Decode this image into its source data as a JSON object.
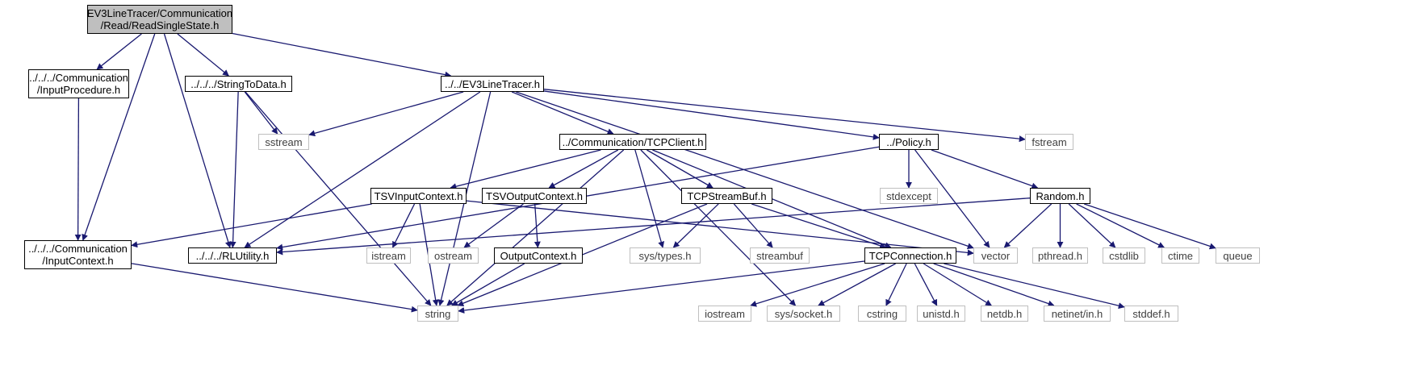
{
  "colors": {
    "edge": "#191970",
    "focus_fill": "#bfbfbf",
    "system_border": "#bfbfbf",
    "local_border": "#000000"
  },
  "nodes": {
    "readsinglestate": {
      "line1": "EV3LineTracer/Communication",
      "line2": "/Read/ReadSingleState.h"
    },
    "inputprocedure": {
      "line1": "../../../Communication",
      "line2": "/InputProcedure.h"
    },
    "stringtodata": {
      "line1": "../../../StringToData.h"
    },
    "ev3linetracer": {
      "line1": "../../EV3LineTracer.h"
    },
    "sstream": {
      "line1": "sstream"
    },
    "fstream": {
      "line1": "fstream"
    },
    "tcpclient": {
      "line1": "../Communication/TCPClient.h"
    },
    "policy": {
      "line1": "../Policy.h"
    },
    "stdexcept": {
      "line1": "stdexcept"
    },
    "tsvinputcontext": {
      "line1": "TSVInputContext.h"
    },
    "tsvoutputcontext": {
      "line1": "TSVOutputContext.h"
    },
    "tcpstreambuf": {
      "line1": "TCPStreamBuf.h"
    },
    "random": {
      "line1": "Random.h"
    },
    "inputcontext": {
      "line1": "../../../Communication",
      "line2": "/InputContext.h"
    },
    "rlutility": {
      "line1": "../../../RLUtility.h"
    },
    "istream": {
      "line1": "istream"
    },
    "ostream": {
      "line1": "ostream"
    },
    "outputcontext": {
      "line1": "OutputContext.h"
    },
    "systypes": {
      "line1": "sys/types.h"
    },
    "streambuf": {
      "line1": "streambuf"
    },
    "tcpconnection": {
      "line1": "TCPConnection.h"
    },
    "vector": {
      "line1": "vector"
    },
    "pthread": {
      "line1": "pthread.h"
    },
    "cstdlib": {
      "line1": "cstdlib"
    },
    "ctime": {
      "line1": "ctime"
    },
    "queue": {
      "line1": "queue"
    },
    "string": {
      "line1": "string"
    },
    "iostream": {
      "line1": "iostream"
    },
    "syssocket": {
      "line1": "sys/socket.h"
    },
    "cstring": {
      "line1": "cstring"
    },
    "unistd": {
      "line1": "unistd.h"
    },
    "netdb": {
      "line1": "netdb.h"
    },
    "netinetin": {
      "line1": "netinet/in.h"
    },
    "stddef": {
      "line1": "stddef.h"
    }
  },
  "edges": [
    [
      "readsinglestate",
      "inputprocedure"
    ],
    [
      "readsinglestate",
      "stringtodata"
    ],
    [
      "readsinglestate",
      "ev3linetracer"
    ],
    [
      "readsinglestate",
      "inputcontext"
    ],
    [
      "readsinglestate",
      "rlutility"
    ],
    [
      "inputprocedure",
      "inputcontext"
    ],
    [
      "stringtodata",
      "sstream"
    ],
    [
      "stringtodata",
      "rlutility"
    ],
    [
      "stringtodata",
      "string"
    ],
    [
      "ev3linetracer",
      "sstream"
    ],
    [
      "ev3linetracer",
      "fstream"
    ],
    [
      "ev3linetracer",
      "tcpclient"
    ],
    [
      "ev3linetracer",
      "policy"
    ],
    [
      "ev3linetracer",
      "rlutility"
    ],
    [
      "ev3linetracer",
      "vector"
    ],
    [
      "ev3linetracer",
      "string"
    ],
    [
      "tcpclient",
      "tsvinputcontext"
    ],
    [
      "tcpclient",
      "tsvoutputcontext"
    ],
    [
      "tcpclient",
      "tcpstreambuf"
    ],
    [
      "tcpclient",
      "tcpconnection"
    ],
    [
      "tcpclient",
      "systypes"
    ],
    [
      "tcpclient",
      "syssocket"
    ],
    [
      "tcpclient",
      "string"
    ],
    [
      "policy",
      "stdexcept"
    ],
    [
      "policy",
      "random"
    ],
    [
      "policy",
      "vector"
    ],
    [
      "policy",
      "rlutility"
    ],
    [
      "tsvinputcontext",
      "inputcontext"
    ],
    [
      "tsvinputcontext",
      "istream"
    ],
    [
      "tsvinputcontext",
      "string"
    ],
    [
      "tsvinputcontext",
      "vector"
    ],
    [
      "tsvoutputcontext",
      "ostream"
    ],
    [
      "tsvoutputcontext",
      "outputcontext"
    ],
    [
      "tcpstreambuf",
      "systypes"
    ],
    [
      "tcpstreambuf",
      "streambuf"
    ],
    [
      "tcpstreambuf",
      "tcpconnection"
    ],
    [
      "tcpstreambuf",
      "string"
    ],
    [
      "random",
      "rlutility"
    ],
    [
      "random",
      "vector"
    ],
    [
      "random",
      "pthread"
    ],
    [
      "random",
      "cstdlib"
    ],
    [
      "random",
      "ctime"
    ],
    [
      "random",
      "queue"
    ],
    [
      "inputcontext",
      "string"
    ],
    [
      "outputcontext",
      "string"
    ],
    [
      "tcpconnection",
      "string"
    ],
    [
      "tcpconnection",
      "iostream"
    ],
    [
      "tcpconnection",
      "syssocket"
    ],
    [
      "tcpconnection",
      "cstring"
    ],
    [
      "tcpconnection",
      "unistd"
    ],
    [
      "tcpconnection",
      "netdb"
    ],
    [
      "tcpconnection",
      "netinetin"
    ],
    [
      "tcpconnection",
      "stddef"
    ]
  ]
}
